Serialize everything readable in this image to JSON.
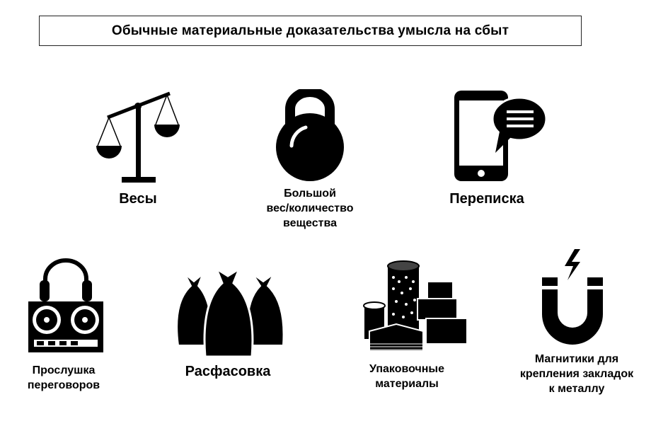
{
  "title": "Обычные материальные доказательства умысла на сбыт",
  "items": [
    {
      "icon": "scales-icon",
      "lines": [
        "Весы"
      ]
    },
    {
      "icon": "kettlebell-icon",
      "lines": [
        "Большой",
        "вес/количество",
        "вещества"
      ]
    },
    {
      "icon": "phone-message-icon",
      "lines": [
        "Переписка"
      ]
    },
    {
      "icon": "tape-recorder-headphones-icon",
      "lines": [
        "Прослушка",
        "переговоров"
      ]
    },
    {
      "icon": "bags-icon",
      "lines": [
        "Расфасовка"
      ]
    },
    {
      "icon": "packaging-materials-icon",
      "lines": [
        "Упаковочные",
        "материалы"
      ]
    },
    {
      "icon": "magnet-icon",
      "lines": [
        "Магнитики для",
        "крепления закладок",
        "к металлу"
      ]
    }
  ]
}
